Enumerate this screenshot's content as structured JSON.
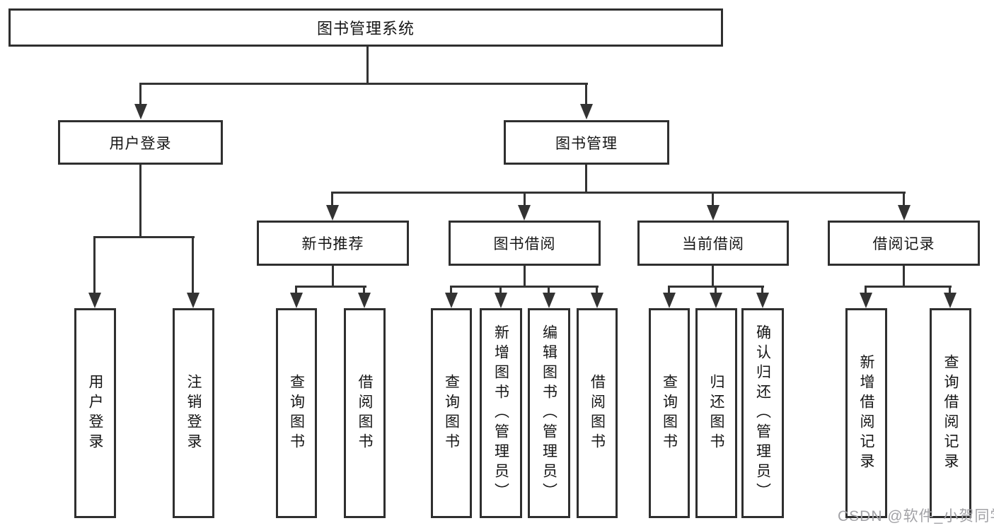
{
  "diagram": {
    "root": {
      "label": "图书管理系统"
    },
    "level2": [
      {
        "label": "用户登录"
      },
      {
        "label": "图书管理"
      }
    ],
    "level3": [
      {
        "label": "新书推荐"
      },
      {
        "label": "图书借阅"
      },
      {
        "label": "当前借阅"
      },
      {
        "label": "借阅记录"
      }
    ],
    "leaves": {
      "user_login": [
        {
          "label": "用户登录"
        },
        {
          "label": "注销登录"
        }
      ],
      "new_book": [
        {
          "label": "查询图书"
        },
        {
          "label": "借阅图书"
        }
      ],
      "book_borrow": [
        {
          "label": "查询图书"
        },
        {
          "label": "新增图书（管理员）"
        },
        {
          "label": "编辑图书（管理员）"
        },
        {
          "label": "借阅图书"
        }
      ],
      "current_borrow": [
        {
          "label": "查询图书"
        },
        {
          "label": "归还图书"
        },
        {
          "label": "确认归还（管理员）"
        }
      ],
      "borrow_record": [
        {
          "label": "新增借阅记录"
        },
        {
          "label": "查询借阅记录"
        }
      ]
    }
  },
  "watermark": {
    "text": "CSDN @软件_小贺同学"
  },
  "colors": {
    "line": "#333333",
    "border": "#2f2f2f",
    "text": "#161616",
    "watermark": "#a2a2a6",
    "background": "#ffffff"
  }
}
